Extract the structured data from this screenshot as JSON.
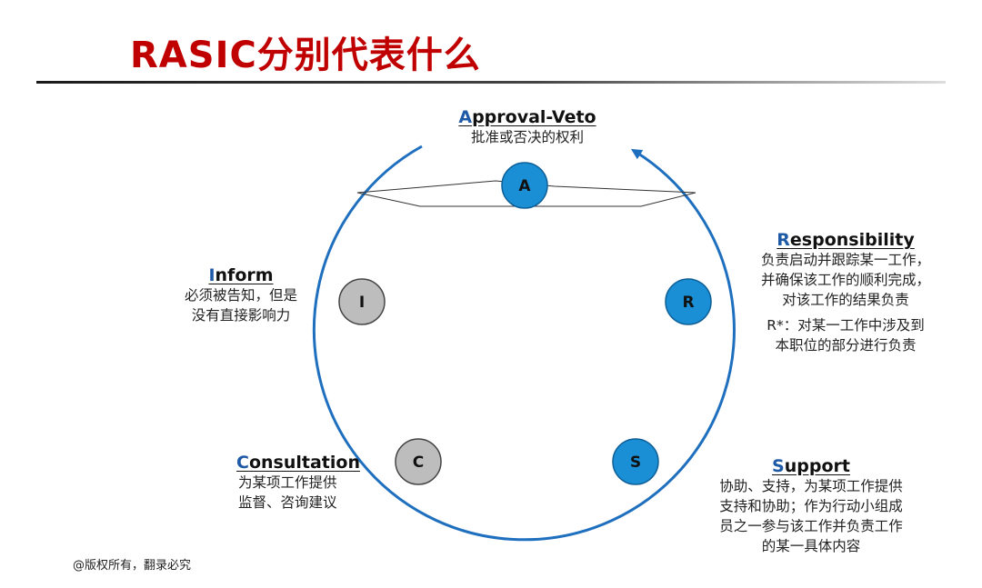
{
  "slide": {
    "title": "RASIC分别代表什么",
    "footer": "@版权所有，翻录必究"
  },
  "colors": {
    "title": "#c00000",
    "circle_stroke": "#1f6fbf",
    "node_blue": "#1a8fd6",
    "node_gray": "#bdbdbd",
    "initial_letter": "#1f5aa6"
  },
  "nodes": [
    {
      "id": "A",
      "label": "A",
      "color": "blue"
    },
    {
      "id": "R",
      "label": "R",
      "color": "blue"
    },
    {
      "id": "S",
      "label": "S",
      "color": "blue"
    },
    {
      "id": "C",
      "label": "C",
      "color": "gray"
    },
    {
      "id": "I",
      "label": "I",
      "color": "gray"
    }
  ],
  "roles": {
    "approval": {
      "initial": "A",
      "rest": "pproval-Veto",
      "lines": [
        "批准或否决的权利"
      ]
    },
    "responsibility": {
      "initial": "R",
      "rest": "esponsibility",
      "lines": [
        "负责启动并跟踪某一工作，",
        "并确保该工作的顺利完成，",
        "对该工作的结果负责"
      ],
      "note_lines": [
        "R*：对某一工作中涉及到",
        "本职位的部分进行负责"
      ]
    },
    "inform": {
      "initial": "I",
      "rest": "nform",
      "lines": [
        "必须被告知，但是",
        "没有直接影响力"
      ]
    },
    "consultation": {
      "initial": "C",
      "rest": "onsultation",
      "lines": [
        "为某项工作提供",
        "监督、咨询建议"
      ]
    },
    "support": {
      "initial": "S",
      "rest": "upport",
      "lines": [
        "协助、支持，为某项工作提供",
        "支持和协助；作为行动小组成",
        "员之一参与该工作并负责工作",
        "的某一具体内容"
      ]
    }
  }
}
